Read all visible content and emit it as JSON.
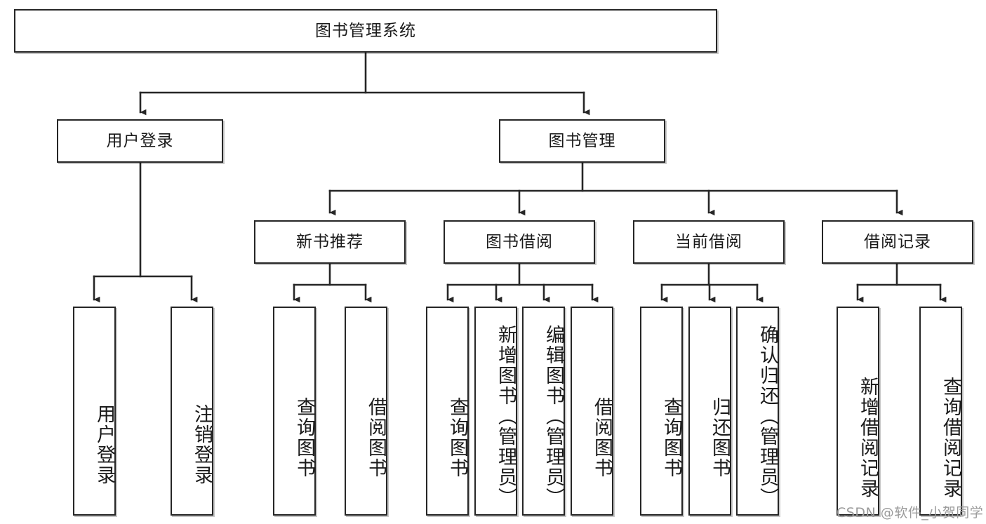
{
  "diagram": {
    "type": "tree",
    "title": "图书管理系统",
    "orientation": "top-down",
    "theme": {
      "stroke": "#262626",
      "fill": "#ffffff",
      "text": "#1a1a1a",
      "watermark": "#9a9a9a"
    },
    "root": {
      "label": "图书管理系统",
      "orientation": "horizontal"
    },
    "level2": [
      {
        "label": "用户登录",
        "orientation": "horizontal"
      },
      {
        "label": "图书管理",
        "orientation": "horizontal"
      }
    ],
    "level3": [
      {
        "label": "新书推荐",
        "orientation": "horizontal"
      },
      {
        "label": "图书借阅",
        "orientation": "horizontal"
      },
      {
        "label": "当前借阅",
        "orientation": "horizontal"
      },
      {
        "label": "借阅记录",
        "orientation": "horizontal"
      }
    ],
    "leaves": {
      "user_login": [
        {
          "label": "用户登录",
          "orientation": "vertical"
        },
        {
          "label": "注销登录",
          "orientation": "vertical"
        }
      ],
      "new_book": [
        {
          "label": "查询图书",
          "orientation": "vertical"
        },
        {
          "label": "借阅图书",
          "orientation": "vertical"
        }
      ],
      "book_borrow": [
        {
          "label": "查询图书",
          "orientation": "vertical"
        },
        {
          "label": "新增图书（管理员）",
          "orientation": "vertical"
        },
        {
          "label": "编辑图书（管理员）",
          "orientation": "vertical"
        },
        {
          "label": "借阅图书",
          "orientation": "vertical"
        }
      ],
      "current_borrow": [
        {
          "label": "查询图书",
          "orientation": "vertical"
        },
        {
          "label": "归还图书",
          "orientation": "vertical"
        },
        {
          "label": "确认归还（管理员）",
          "orientation": "vertical"
        }
      ],
      "borrow_record": [
        {
          "label": "新增借阅记录",
          "orientation": "vertical"
        },
        {
          "label": "查询借阅记录",
          "orientation": "vertical"
        }
      ]
    },
    "watermark": "CSDN @软件_小贺同学"
  }
}
